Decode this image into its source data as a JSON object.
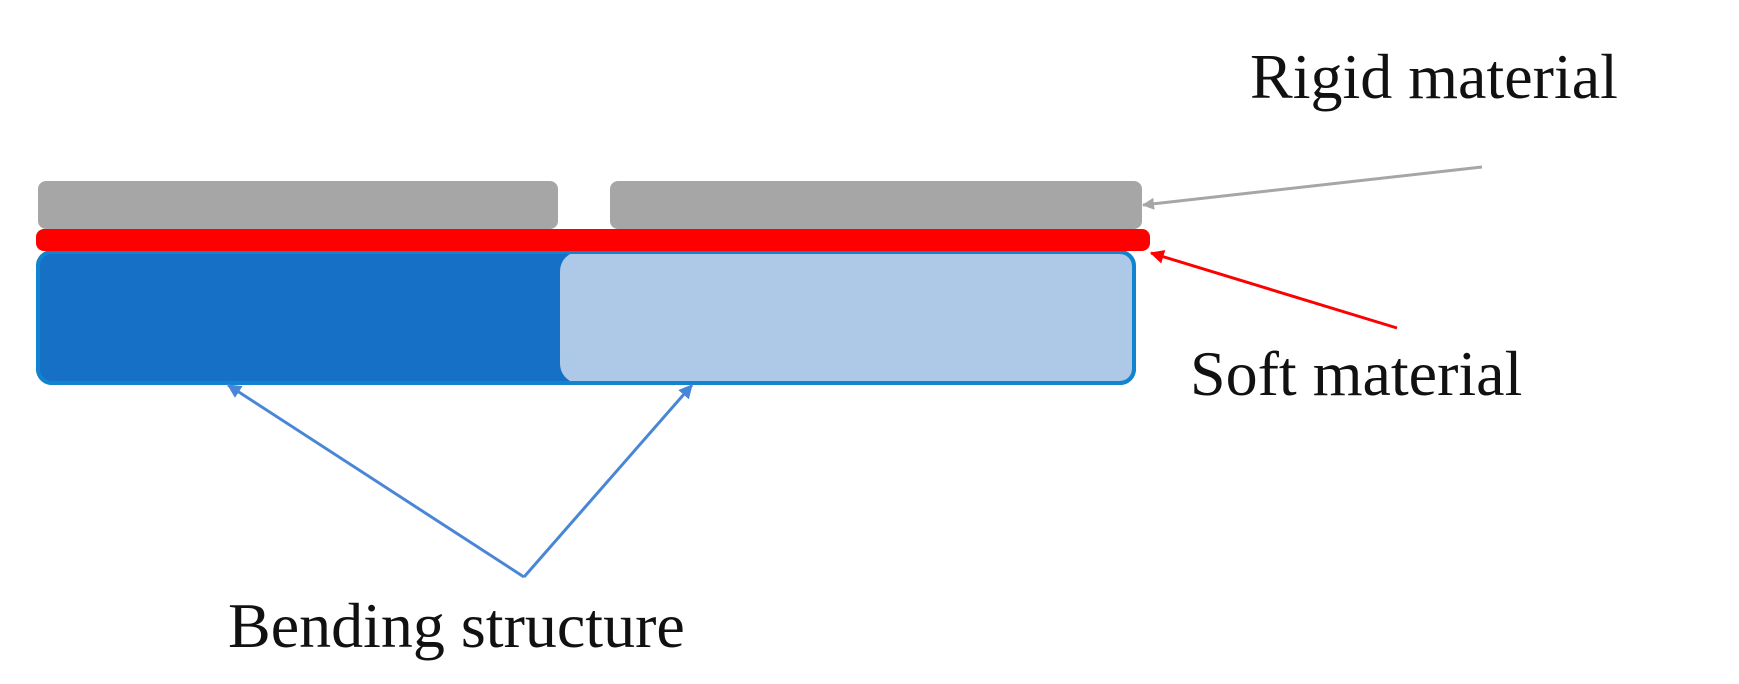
{
  "labels": {
    "rigid": "Rigid material",
    "soft": "Soft material",
    "bending": "Bending structure"
  },
  "colors": {
    "rigid_fill": "#a6a6a6",
    "soft_fill": "#ff0000",
    "bending_dark_fill": "#1670c6",
    "bending_light_fill": "#aec8e8",
    "bending_stroke": "#1284cf",
    "rigid_arrow": "#a6a6a6",
    "soft_arrow": "#ff0000",
    "bending_arrow": "#4a86d6"
  }
}
